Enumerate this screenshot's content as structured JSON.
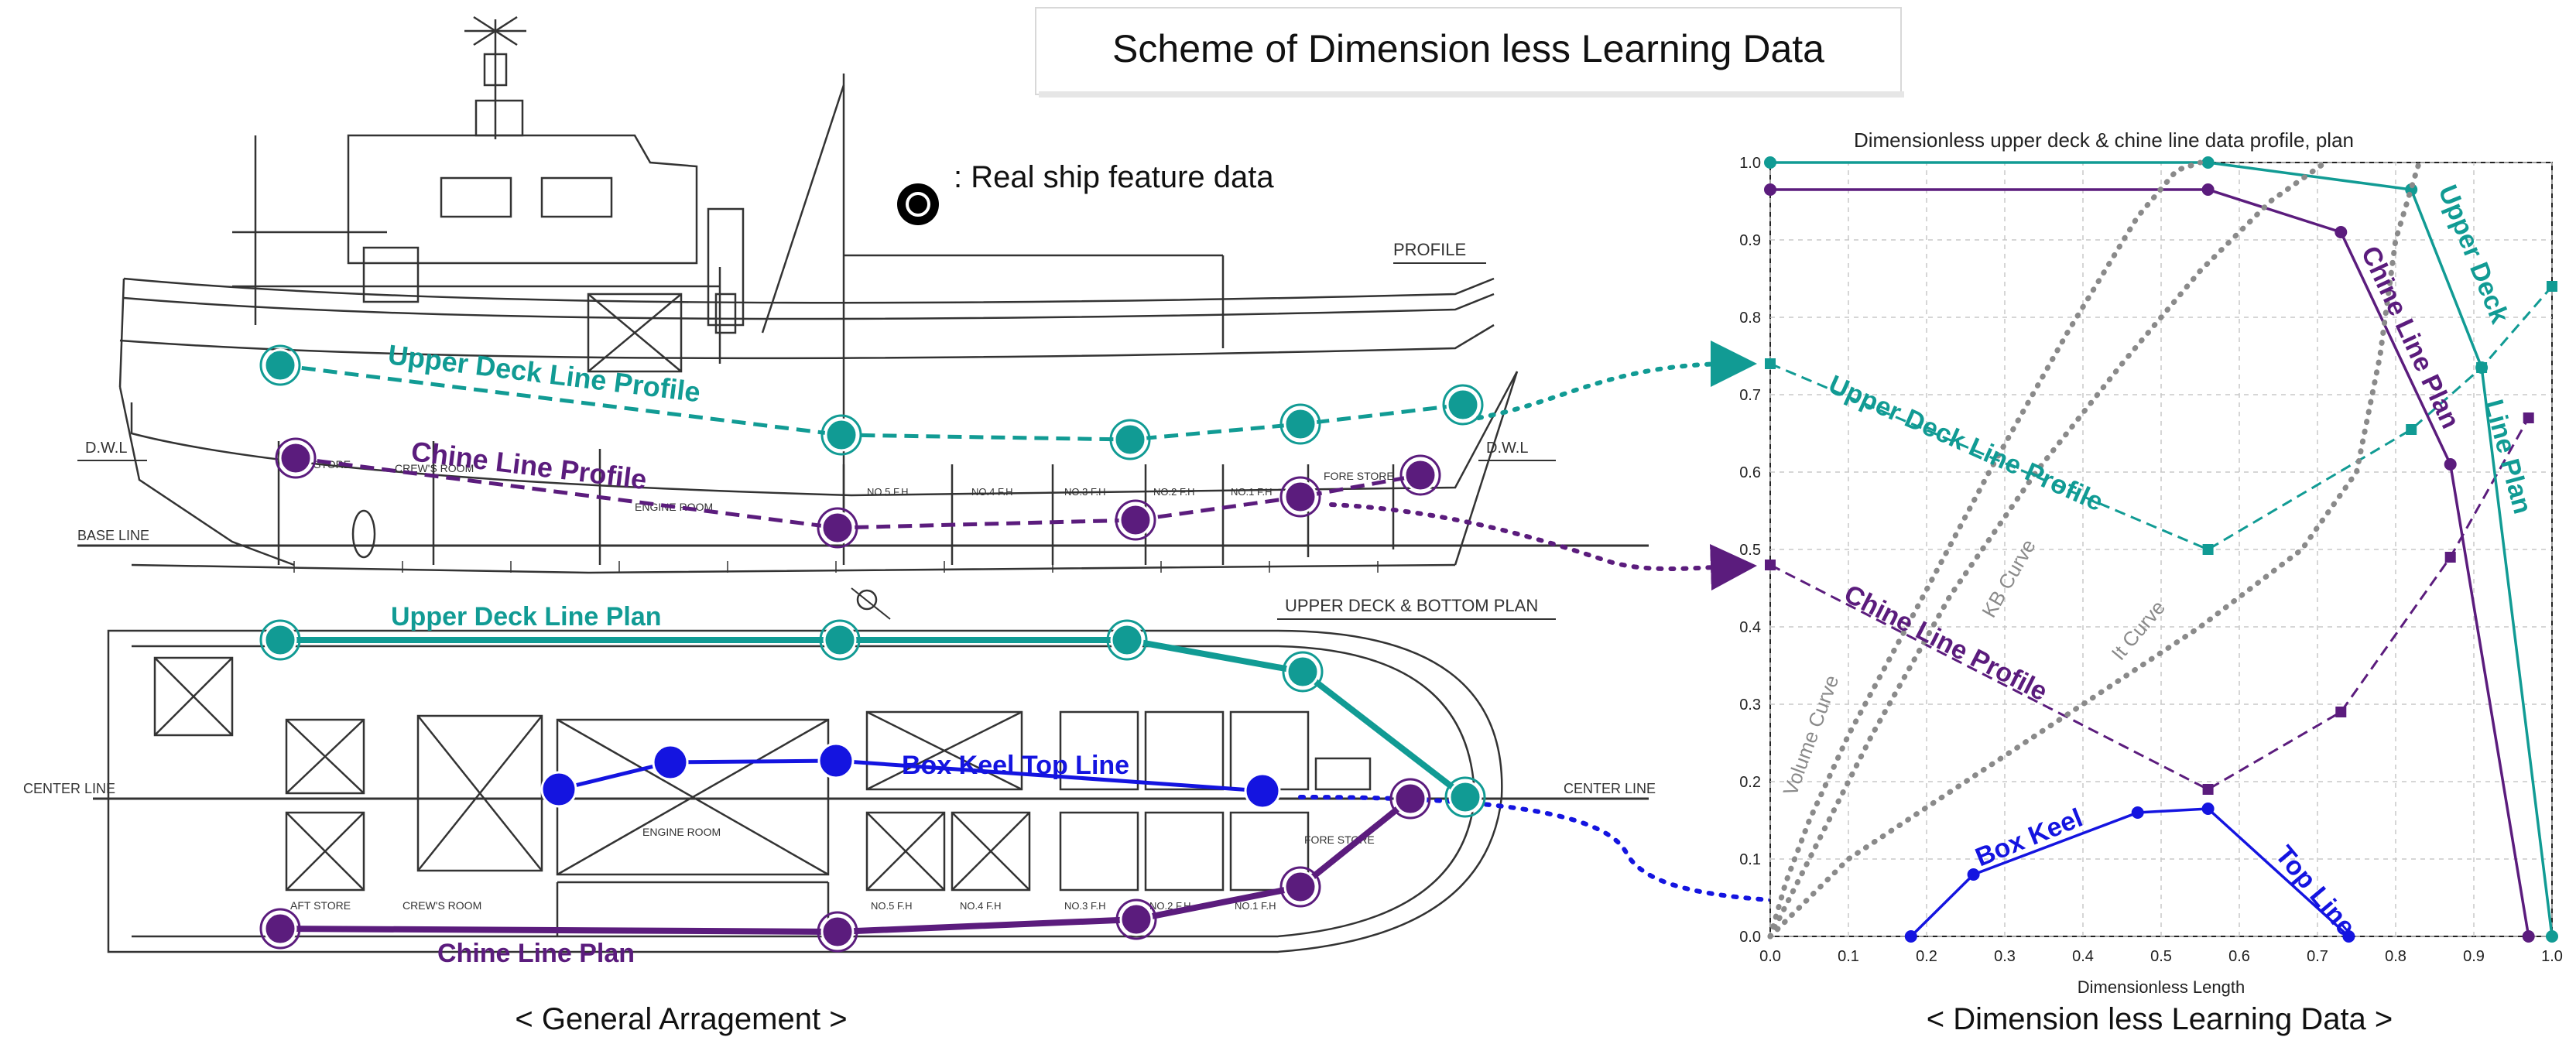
{
  "title": "Scheme of Dimension less Learning Data",
  "legend_note": ": Real ship feature data",
  "caption_left": "< General Arragement >",
  "caption_right": "< Dimension less Learning Data >",
  "drawing_labels": {
    "upper_deck_profile": "Upper Deck Line Profile",
    "chine_profile": "Chine Line Profile",
    "upper_deck_plan": "Upper Deck Line Plan",
    "box_keel_top": "Box Keel Top Line",
    "chine_plan": "Chine Line Plan",
    "profile": "PROFILE",
    "upper_bottom_plan": "UPPER DECK & BOTTOM PLAN",
    "dwl": "D.W.L",
    "base_line": "BASE LINE",
    "center_line": "CENTER LINE",
    "engine_room": "ENGINE ROOM",
    "crew_room": "CREW'S ROOM",
    "aft_store": "AFT STORE",
    "fore_store": "FORE STORE",
    "fh_labels": [
      "NO.5 F.H",
      "NO.4 F.H",
      "NO.3 F.H",
      "NO.2 F.H",
      "NO.1 F.H"
    ]
  },
  "colors": {
    "teal": "#119b94",
    "purple": "#5b1c7d",
    "blue": "#1414e0",
    "dark": "#000000",
    "gray_curve": "#8a8a8a"
  },
  "chart_data": {
    "type": "line",
    "title": "Dimensionless upper deck & chine line data profile, plan",
    "xlabel": "Dimensionless Length",
    "ylabel": "",
    "xlim": [
      0,
      1
    ],
    "ylim": [
      0,
      1
    ],
    "xticks": [
      "0.0",
      "0.1",
      "0.2",
      "0.3",
      "0.4",
      "0.5",
      "0.6",
      "0.7",
      "0.8",
      "0.9",
      "1.0"
    ],
    "yticks": [
      "0.0",
      "0.1",
      "0.2",
      "0.3",
      "0.4",
      "0.5",
      "0.6",
      "0.7",
      "0.8",
      "0.9",
      "1.0"
    ],
    "grid": true,
    "series": [
      {
        "name": "Upper Deck Line Profile",
        "style": "dashed",
        "color": "#119b94",
        "x": [
          0.0,
          0.56,
          0.82,
          0.91,
          1.0
        ],
        "y": [
          0.74,
          0.5,
          0.655,
          0.735,
          0.84
        ]
      },
      {
        "name": "Chine Line Profile",
        "style": "dashed",
        "color": "#5b1c7d",
        "x": [
          0.0,
          0.56,
          0.73,
          0.87,
          0.97
        ],
        "y": [
          0.48,
          0.19,
          0.29,
          0.49,
          0.67
        ]
      },
      {
        "name": "Upper Deck Line Plan",
        "style": "solid",
        "color": "#119b94",
        "x": [
          0.0,
          0.56,
          0.82,
          0.91,
          1.0
        ],
        "y": [
          1.0,
          1.0,
          0.965,
          0.735,
          0.0
        ]
      },
      {
        "name": "Chine Line Plan",
        "style": "solid",
        "color": "#5b1c7d",
        "x": [
          0.0,
          0.56,
          0.73,
          0.87,
          0.97
        ],
        "y": [
          0.965,
          0.965,
          0.91,
          0.61,
          0.0
        ]
      },
      {
        "name": "Box Keel Top Line",
        "style": "solid",
        "color": "#1414e0",
        "x": [
          0.18,
          0.26,
          0.47,
          0.56,
          0.74
        ],
        "y": [
          0.0,
          0.08,
          0.16,
          0.165,
          0.0
        ]
      },
      {
        "name": "Volume Curve",
        "style": "dotted",
        "color": "#8a8a8a",
        "x": [
          0.0,
          0.02,
          0.05,
          0.1,
          0.18,
          0.28,
          0.38,
          0.47,
          0.52,
          0.55
        ],
        "y": [
          0.0,
          0.07,
          0.15,
          0.26,
          0.41,
          0.6,
          0.78,
          0.93,
          0.99,
          1.0
        ]
      },
      {
        "name": "KB Curve",
        "style": "dotted",
        "color": "#8a8a8a",
        "x": [
          0.0,
          0.05,
          0.13,
          0.23,
          0.34,
          0.45,
          0.55,
          0.64,
          0.71
        ],
        "y": [
          0.0,
          0.1,
          0.26,
          0.44,
          0.6,
          0.74,
          0.86,
          0.95,
          1.0
        ]
      },
      {
        "name": "It Curve",
        "style": "dotted",
        "color": "#8a8a8a",
        "x": [
          0.0,
          0.1,
          0.25,
          0.4,
          0.55,
          0.68,
          0.75,
          0.78,
          0.8,
          0.83
        ],
        "y": [
          0.0,
          0.1,
          0.2,
          0.3,
          0.4,
          0.5,
          0.6,
          0.75,
          0.9,
          1.0
        ]
      }
    ],
    "annotations": [
      "Upper Deck Line Profile",
      "Chine Line Profile",
      "Box Keel",
      "Top Line",
      "Chine Line Plan",
      "Upper Deck",
      "Line Plan",
      "Volume Curve",
      "KB Curve",
      "It Curve"
    ]
  }
}
